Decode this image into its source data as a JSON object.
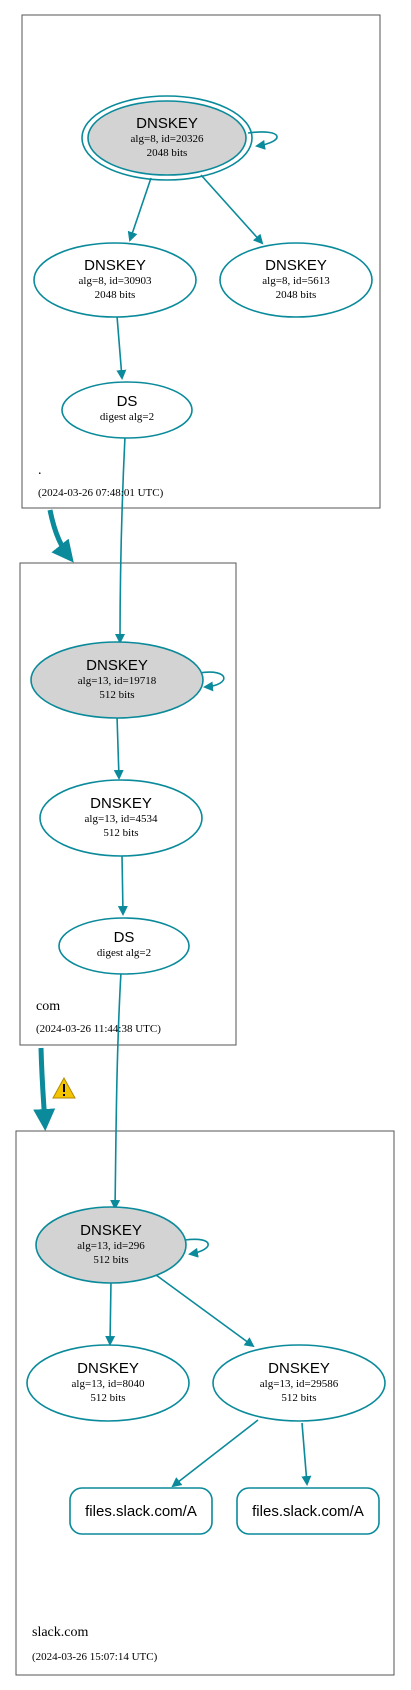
{
  "zones": [
    {
      "name": ".",
      "timestamp": "(2024-03-26 07:48:01 UTC)",
      "nodes": [
        {
          "title": "DNSKEY",
          "line1": "alg=8, id=20326",
          "line2": "2048 bits"
        },
        {
          "title": "DNSKEY",
          "line1": "alg=8, id=30903",
          "line2": "2048 bits"
        },
        {
          "title": "DNSKEY",
          "line1": "alg=8, id=5613",
          "line2": "2048 bits"
        },
        {
          "title": "DS",
          "line1": "digest alg=2"
        }
      ]
    },
    {
      "name": "com",
      "timestamp": "(2024-03-26 11:44:38 UTC)",
      "nodes": [
        {
          "title": "DNSKEY",
          "line1": "alg=13, id=19718",
          "line2": "512 bits"
        },
        {
          "title": "DNSKEY",
          "line1": "alg=13, id=4534",
          "line2": "512 bits"
        },
        {
          "title": "DS",
          "line1": "digest alg=2"
        }
      ]
    },
    {
      "name": "slack.com",
      "timestamp": "(2024-03-26 15:07:14 UTC)",
      "nodes": [
        {
          "title": "DNSKEY",
          "line1": "alg=13, id=296",
          "line2": "512 bits"
        },
        {
          "title": "DNSKEY",
          "line1": "alg=13, id=8040",
          "line2": "512 bits"
        },
        {
          "title": "DNSKEY",
          "line1": "alg=13, id=29586",
          "line2": "512 bits"
        }
      ],
      "records": [
        {
          "label": "files.slack.com/A"
        },
        {
          "label": "files.slack.com/A"
        }
      ]
    }
  ],
  "colors": {
    "edge": "#0a8a9a",
    "ksk_fill": "#d3d3d3",
    "warning": "#f5c400"
  },
  "icons": {
    "delegation_warning": "warning-triangle-icon"
  }
}
